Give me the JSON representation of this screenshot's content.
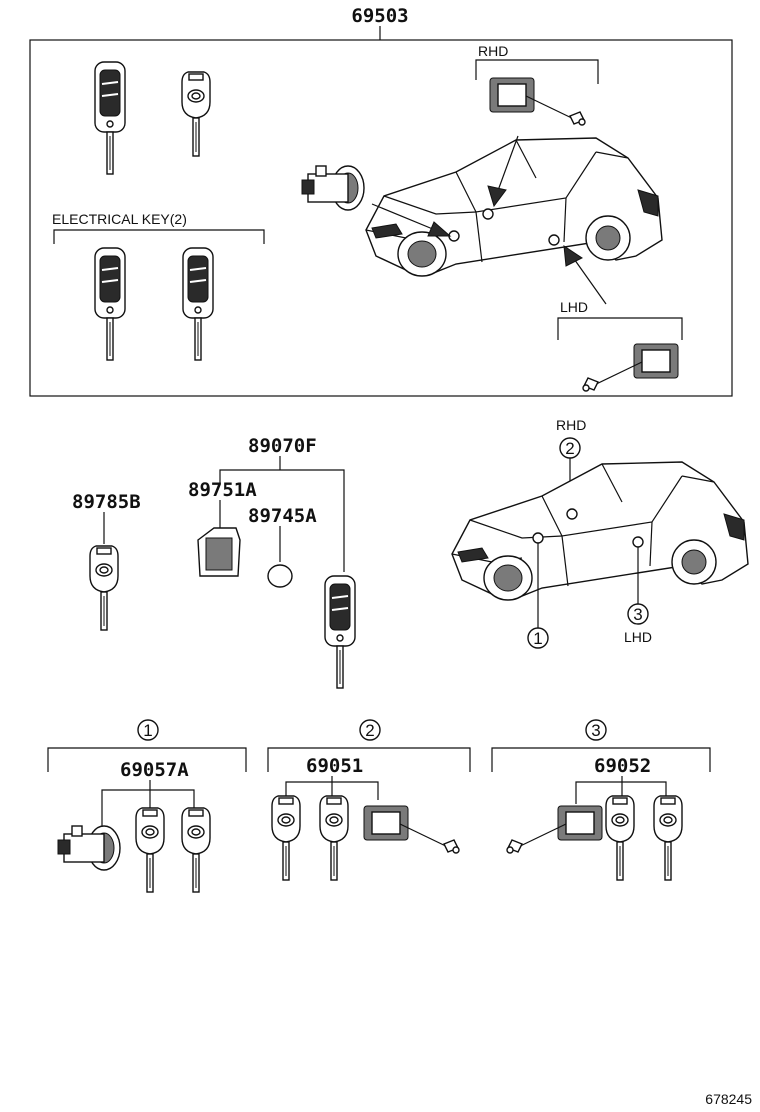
{
  "part_numbers": {
    "main_assembly": "69503",
    "transmitter_assy": "89070F",
    "transponder_key": "89785B",
    "transmitter_case": "89751A",
    "battery": "89745A",
    "cylinder_set_1": "69057A",
    "cylinder_set_2": "69051",
    "cylinder_set_3": "69052"
  },
  "labels": {
    "electrical_key": "ELECTRICAL KEY(2)",
    "rhd_top": "RHD",
    "lhd_top": "LHD",
    "rhd_car": "RHD",
    "lhd_car": "LHD"
  },
  "callouts": {
    "c1": "1",
    "c2": "2",
    "c3": "3"
  },
  "figure_number": "678245"
}
